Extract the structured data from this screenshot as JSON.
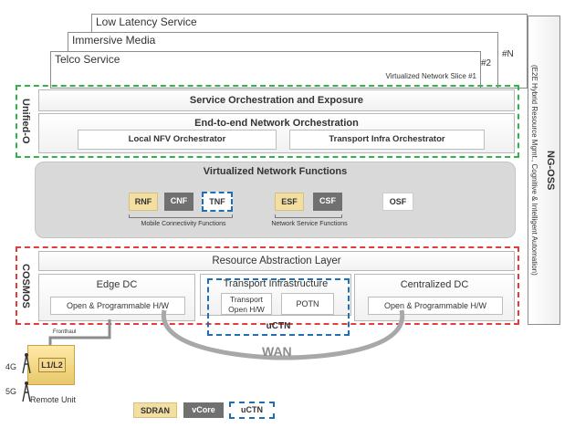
{
  "slices": {
    "tab1": "Low Latency Service",
    "tab2": "Immersive Media",
    "tab3": "Telco Service",
    "slice_note": "Virtualized Network Slice #1",
    "idx2": "#2",
    "idxN": "#N"
  },
  "groups": {
    "unified_o": "Unified-O",
    "cosmos": "COSMOS"
  },
  "layers": {
    "soe": "Service Orchestration and Exposure",
    "e2e": "End-to-end Network Orchestration",
    "local_nfv": "Local NFV Orchestrator",
    "transport_infra_orch": "Transport Infra Orchestrator"
  },
  "vnf": {
    "title": "Virtualized Network Functions",
    "rnf": "RNF",
    "cnf": "CNF",
    "tnf": "TNF",
    "esf": "ESF",
    "csf": "CSF",
    "osf": "OSF",
    "mobile_label": "Mobile Connectivity Functions",
    "network_label": "Network Service Functions"
  },
  "ral": "Resource Abstraction Layer",
  "dcs": {
    "edge_title": "Edge DC",
    "edge_hw": "Open & Programmable H/W",
    "transport_title": "Transport Infrastructure",
    "transport_hw": "Transport Open H/W",
    "potn": "POTN",
    "uctn": "uCTN",
    "central_title": "Centralized DC",
    "central_hw": "Open & Programmable H/W"
  },
  "wan": "WAN",
  "ng_oss": {
    "title": "NG-OSS",
    "subtitle": "(E2E Hybrid Resource Mgmt., Cognitive & Intelligent Automation)"
  },
  "remote": {
    "fronthaul": "Fronthaul",
    "l1l2": "L1/L2",
    "g4": "4G",
    "g5": "5G",
    "remote_unit": "Remote Unit"
  },
  "legend": {
    "sdran": "SDRAN",
    "vcore": "vCore",
    "uctn": "uCTN"
  },
  "colors": {
    "sdran": "#f3dfa2",
    "vcore": "#707070",
    "green_dash": "#31b34a",
    "red_dash": "#e23c3c",
    "blue_dash": "#1f6fb8"
  }
}
